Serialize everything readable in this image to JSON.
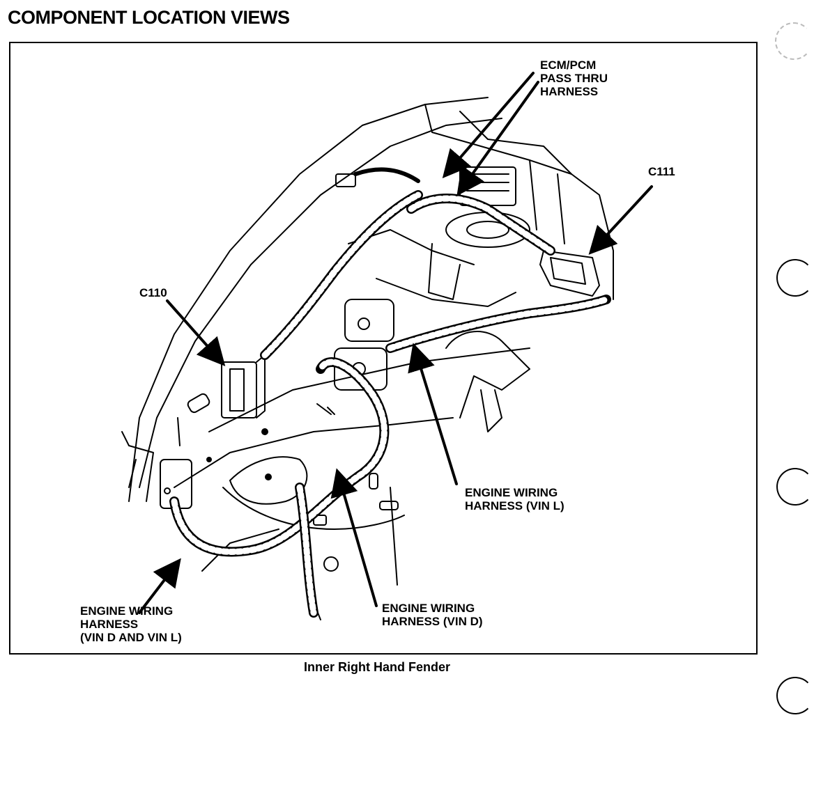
{
  "page": {
    "title": "COMPONENT LOCATION VIEWS",
    "caption": "Inner Right Hand Fender"
  },
  "callouts": {
    "ecm_pcm": [
      "ECM/PCM",
      "PASS THRU",
      "HARNESS"
    ],
    "c111": "C111",
    "c110": "C110",
    "engine_harness_vin_l": [
      "ENGINE WIRING",
      "HARNESS (VIN L)"
    ],
    "engine_harness_vin_d": [
      "ENGINE WIRING",
      "HARNESS (VIN D)"
    ],
    "engine_harness_vin_d_and_l": [
      "ENGINE WIRING",
      "HARNESS",
      "(VIN D AND VIN L)"
    ]
  },
  "colors": {
    "ink": "#000000",
    "paper": "#ffffff"
  }
}
